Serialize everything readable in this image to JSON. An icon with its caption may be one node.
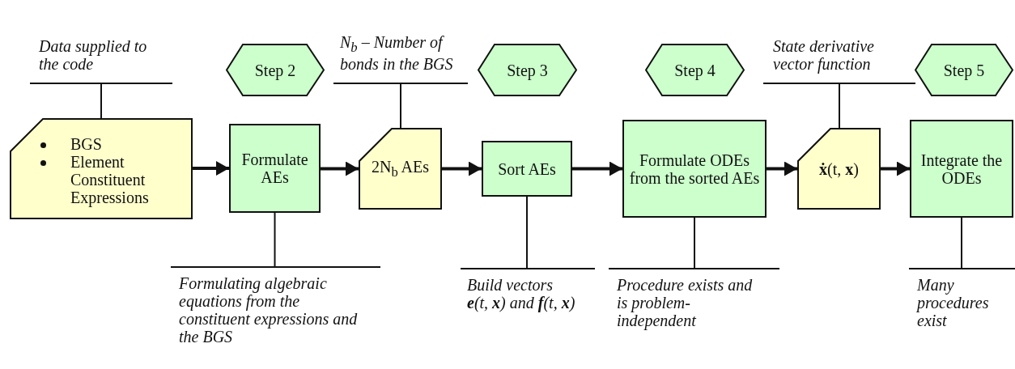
{
  "diagram": {
    "nodes": [
      {
        "text": [
          "Data supplied to the code"
        ]
      },
      {
        "text": [
          "BGS",
          "Element Constituent Expressions"
        ]
      },
      {
        "text": [
          "Step 2"
        ]
      },
      {
        "text": [
          "Formulate AEs"
        ]
      },
      {
        "text": [
          "Formulating algebraic equations from the constituent expressions and the BGS"
        ]
      },
      {
        "text": [
          "N$_{b}$ – Number of bonds in the BGS"
        ]
      },
      {
        "text": [
          "2N$_{b}$ AEs"
        ]
      },
      {
        "text": [
          "Step 3"
        ]
      },
      {
        "text": [
          "Sort AEs"
        ]
      },
      {
        "text": [
          "Build vectors **e**(t, **x**) and **f**(t, **x**)"
        ]
      },
      {
        "text": [
          "Step 4"
        ]
      },
      {
        "text": [
          "Formulate ODEs from the sorted AEs"
        ]
      },
      {
        "text": [
          "Procedure exists and is problem-independent"
        ]
      },
      {
        "text": [
          "State derivative vector function"
        ]
      },
      {
        "text": [
          "**ẋ**(t, **x**)"
        ]
      },
      {
        "text": [
          "Step 5"
        ]
      },
      {
        "text": [
          "Integrate the ODEs"
        ]
      },
      {
        "text": [
          "Many procedures exist"
        ]
      }
    ],
    "edges": [
      {
        "from": 0,
        "to": 1,
        "arrow": "none"
      },
      {
        "from": 1,
        "to": 3,
        "arrow": "to",
        "style": "thick"
      },
      {
        "from": 3,
        "to": 4,
        "arrow": "none"
      },
      {
        "from": 5,
        "to": 6,
        "arrow": "none"
      },
      {
        "from": 3,
        "to": 6,
        "arrow": "to",
        "style": "thick"
      },
      {
        "from": 6,
        "to": 8,
        "arrow": "to",
        "style": "thick"
      },
      {
        "from": 8,
        "to": 9,
        "arrow": "none"
      },
      {
        "from": 8,
        "to": 11,
        "arrow": "to",
        "style": "thick"
      },
      {
        "from": 11,
        "to": 12,
        "arrow": "none"
      },
      {
        "from": 13,
        "to": 14,
        "arrow": "none"
      },
      {
        "from": 11,
        "to": 14,
        "arrow": "to",
        "style": "thick"
      },
      {
        "from": 14,
        "to": 16,
        "arrow": "to",
        "style": "thick"
      },
      {
        "from": 16,
        "to": 17,
        "arrow": "none"
      }
    ]
  }
}
